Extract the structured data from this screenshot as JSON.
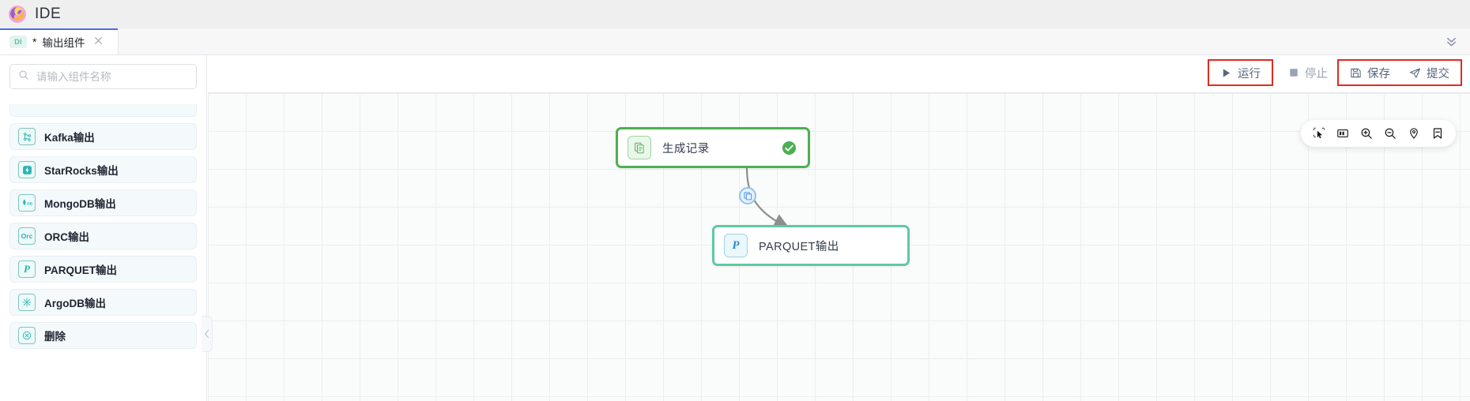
{
  "titlebar": {
    "app_title": "IDE",
    "logo_icon": "swirl-logo-icon"
  },
  "tabbar": {
    "tabs": [
      {
        "badge": "DI",
        "modified_mark": "*",
        "label": "输出组件",
        "close_icon": "close-icon"
      }
    ],
    "collapse_icon": "double-chevron-down-icon"
  },
  "actionbar": {
    "groups": [
      {
        "highlighted": true,
        "buttons": [
          {
            "icon": "play-icon",
            "label": "运行",
            "disabled": false
          }
        ]
      },
      {
        "highlighted": false,
        "buttons": [
          {
            "icon": "stop-icon",
            "label": "停止",
            "disabled": true
          }
        ]
      },
      {
        "highlighted": true,
        "buttons": [
          {
            "icon": "save-floppy-icon",
            "label": "保存",
            "disabled": false
          },
          {
            "icon": "submit-send-icon",
            "label": "提交",
            "disabled": false
          }
        ]
      }
    ],
    "highlight_color": "#e02b20"
  },
  "sidebar": {
    "search": {
      "placeholder": "请输入组件名称",
      "value": "",
      "icon": "search-icon"
    },
    "items": [
      {
        "icon": "kafka-icon",
        "icon_text": "",
        "label": "Kafka输出"
      },
      {
        "icon": "starrocks-icon",
        "icon_text": "",
        "label": "StarRocks输出"
      },
      {
        "icon": "mongodb-icon",
        "icon_text": "DB",
        "label": "MongoDB输出"
      },
      {
        "icon": "orc-icon",
        "icon_text": "Orc",
        "label": "ORC输出"
      },
      {
        "icon": "parquet-icon",
        "icon_text": "P",
        "label": "PARQUET输出"
      },
      {
        "icon": "argodb-icon",
        "icon_text": "",
        "label": "ArgoDB输出"
      },
      {
        "icon": "delete-icon",
        "icon_text": "",
        "label": "删除"
      }
    ],
    "collapse_handle_icon": "chevron-left-icon"
  },
  "canvas": {
    "toolbar": [
      {
        "icon": "marquee-select-icon"
      },
      {
        "icon": "layout-panel-icon"
      },
      {
        "icon": "zoom-in-icon"
      },
      {
        "icon": "zoom-out-icon"
      },
      {
        "icon": "locate-fit-icon"
      },
      {
        "icon": "bookmark-icon"
      }
    ],
    "nodes": [
      {
        "id": "node-generate-record",
        "label": "生成记录",
        "icon": "documents-icon",
        "border_color": "#4cb050",
        "status_icon": "check-circle-icon",
        "status_color": "#4cb050"
      },
      {
        "id": "node-parquet-output",
        "label": "PARQUET输出",
        "icon": "parquet-p-icon",
        "border_color": "#5fc9a4",
        "status_icon": "",
        "status_color": ""
      }
    ],
    "edge": {
      "badge_icon": "copy-stack-icon",
      "badge_color": "#8fc2f2"
    }
  }
}
